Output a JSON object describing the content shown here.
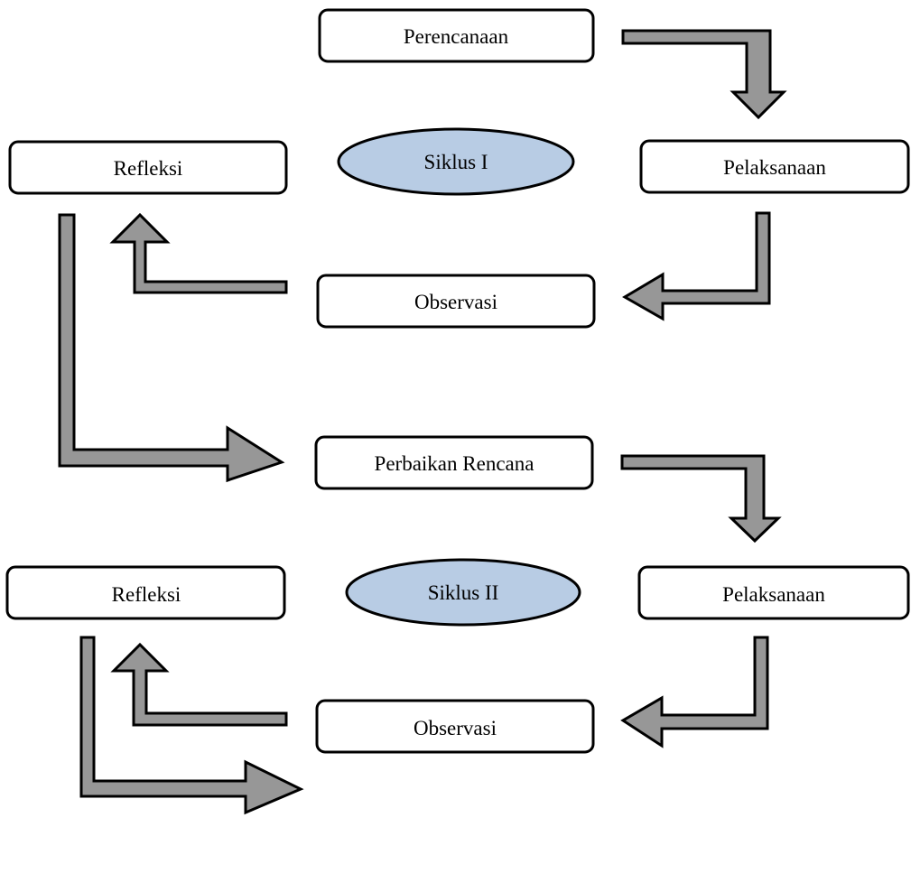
{
  "diagram": {
    "cycle1": {
      "label": "Siklus I",
      "planning": "Perencanaan",
      "execution": "Pelaksanaan",
      "observation": "Observasi",
      "reflection": "Refleksi"
    },
    "revised_plan": "Perbaikan Rencana",
    "cycle2": {
      "label": "Siklus II",
      "execution": "Pelaksanaan",
      "observation": "Observasi",
      "reflection": "Refleksi"
    }
  },
  "colors": {
    "arrow_fill": "#979797",
    "ellipse_fill": "#b8cce4",
    "box_fill": "#ffffff",
    "stroke": "#000000"
  }
}
